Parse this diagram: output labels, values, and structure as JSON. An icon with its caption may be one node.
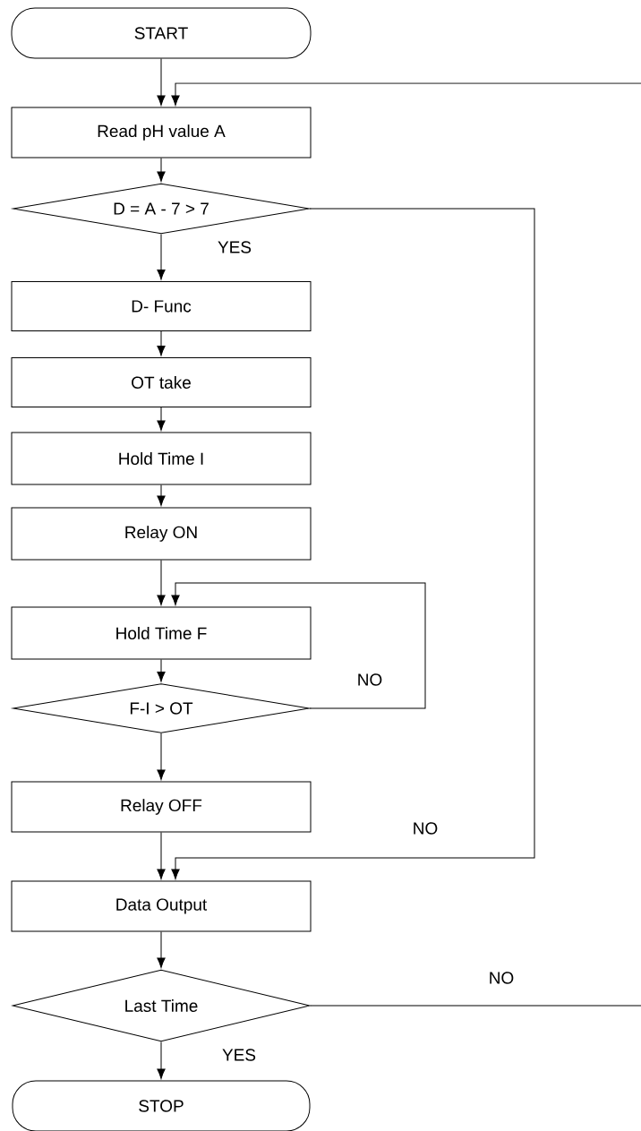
{
  "diagram": {
    "nodes": [
      {
        "text": [
          "START"
        ]
      },
      {
        "text": [
          "Read pH value A"
        ]
      },
      {
        "text": [
          "D = A - 7 > 7"
        ]
      },
      {
        "text": [
          "D- Func"
        ]
      },
      {
        "text": [
          "OT take"
        ]
      },
      {
        "text": [
          "Hold Time I"
        ]
      },
      {
        "text": [
          "Relay ON"
        ]
      },
      {
        "text": [
          "Hold Time F"
        ]
      },
      {
        "text": [
          "F-I > OT"
        ]
      },
      {
        "text": [
          "Relay OFF"
        ]
      },
      {
        "text": [
          "Data Output"
        ]
      },
      {
        "text": [
          "Last Time"
        ]
      },
      {
        "text": [
          "STOP"
        ]
      }
    ],
    "edges": [
      {
        "from": 0,
        "to": 1,
        "arrow": "to"
      },
      {
        "from": 1,
        "to": 2,
        "arrow": "to"
      },
      {
        "from": 2,
        "to": 3,
        "arrow": "to",
        "label": "YES"
      },
      {
        "from": 2,
        "to": 10,
        "arrow": "to",
        "label": "NO"
      },
      {
        "from": 3,
        "to": 4,
        "arrow": "to"
      },
      {
        "from": 4,
        "to": 5,
        "arrow": "to"
      },
      {
        "from": 5,
        "to": 6,
        "arrow": "to"
      },
      {
        "from": 6,
        "to": 7,
        "arrow": "to"
      },
      {
        "from": 7,
        "to": 8,
        "arrow": "to"
      },
      {
        "from": 8,
        "to": 7,
        "arrow": "to",
        "label": "NO"
      },
      {
        "from": 8,
        "to": 9,
        "arrow": "to"
      },
      {
        "from": 9,
        "to": 10,
        "arrow": "to"
      },
      {
        "from": 10,
        "to": 11,
        "arrow": "to"
      },
      {
        "from": 11,
        "to": 12,
        "arrow": "to",
        "label": "YES"
      },
      {
        "from": 11,
        "to": 1,
        "arrow": "to",
        "label": "NO"
      }
    ]
  }
}
